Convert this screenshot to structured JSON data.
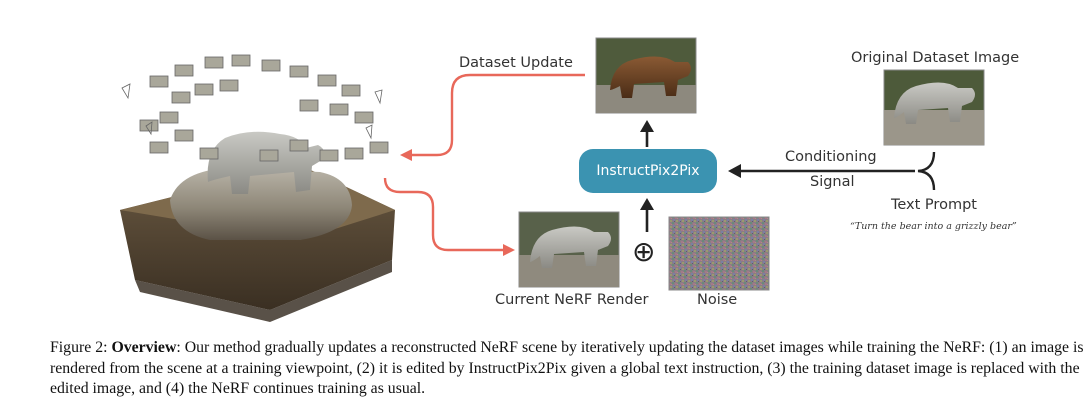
{
  "figure": {
    "labels": {
      "dataset_update": "Dataset Update",
      "original_dataset_image": "Original Dataset Image",
      "instructpix2pix": "InstructPix2Pix",
      "conditioning": "Conditioning",
      "signal": "Signal",
      "text_prompt": "Text Prompt",
      "prompt_text": "“Turn the bear into a grizzly bear”",
      "current_nerf_render": "Current NeRF Render",
      "noise": "Noise"
    },
    "colors": {
      "arrow_red": "#e8685a",
      "pill_blue": "#3b93b1",
      "arrow_dark": "#222222"
    }
  },
  "caption": {
    "figure_label": "Figure 2: ",
    "bold_term": "Overview",
    "text": ": Our method gradually updates a reconstructed NeRF scene by iteratively updating the dataset images while training the NeRF: (1) an image is rendered from the scene at a training viewpoint, (2) it is edited by InstructPix2Pix given a global text instruction, (3) the training dataset image is replaced with the edited image, and (4) the NeRF continues training as usual."
  }
}
